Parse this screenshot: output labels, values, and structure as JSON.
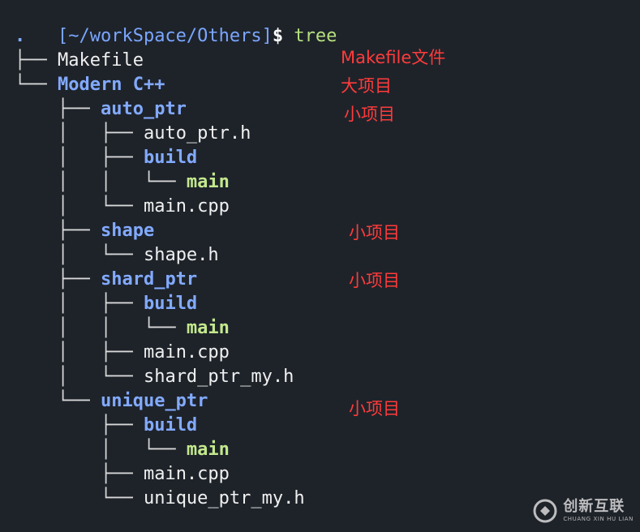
{
  "prompt": {
    "path": "[~/workSpace/Others]",
    "symbol": "$",
    "command": "tree"
  },
  "tree": [
    {
      "prefix": "",
      "name": ".",
      "type": "file"
    },
    {
      "prefix": "├── ",
      "name": "Makefile",
      "type": "file"
    },
    {
      "prefix": "└── ",
      "name": "Modern C++",
      "type": "dir"
    },
    {
      "prefix": "    ├── ",
      "name": "auto_ptr",
      "type": "dir"
    },
    {
      "prefix": "    │   ├── ",
      "name": "auto_ptr.h",
      "type": "file"
    },
    {
      "prefix": "    │   ├── ",
      "name": "build",
      "type": "dir"
    },
    {
      "prefix": "    │   │   └── ",
      "name": "main",
      "type": "exe"
    },
    {
      "prefix": "    │   └── ",
      "name": "main.cpp",
      "type": "file"
    },
    {
      "prefix": "    ├── ",
      "name": "shape",
      "type": "dir"
    },
    {
      "prefix": "    │   └── ",
      "name": "shape.h",
      "type": "file"
    },
    {
      "prefix": "    ├── ",
      "name": "shard_ptr",
      "type": "dir"
    },
    {
      "prefix": "    │   ├── ",
      "name": "build",
      "type": "dir"
    },
    {
      "prefix": "    │   │   └── ",
      "name": "main",
      "type": "exe"
    },
    {
      "prefix": "    │   ├── ",
      "name": "main.cpp",
      "type": "file"
    },
    {
      "prefix": "    │   └── ",
      "name": "shard_ptr_my.h",
      "type": "file"
    },
    {
      "prefix": "    └── ",
      "name": "unique_ptr",
      "type": "dir"
    },
    {
      "prefix": "        ├── ",
      "name": "build",
      "type": "dir"
    },
    {
      "prefix": "        │   └── ",
      "name": "main",
      "type": "exe"
    },
    {
      "prefix": "        ├── ",
      "name": "main.cpp",
      "type": "file"
    },
    {
      "prefix": "        └── ",
      "name": "unique_ptr_my.h",
      "type": "file"
    }
  ],
  "annotations": [
    {
      "text": "Makefile文件"
    },
    {
      "text": "大项目"
    },
    {
      "text": "小项目"
    },
    {
      "text": "小项目"
    },
    {
      "text": "小项目"
    },
    {
      "text": "小项目"
    }
  ],
  "watermark": {
    "main": "创新互联",
    "sub": "CHUANG XIN HU LIAN"
  },
  "colors": {
    "background": "#1e232a",
    "directory": "#82aaff",
    "executable": "#c3e88d",
    "annotation": "#ff3b3b"
  }
}
